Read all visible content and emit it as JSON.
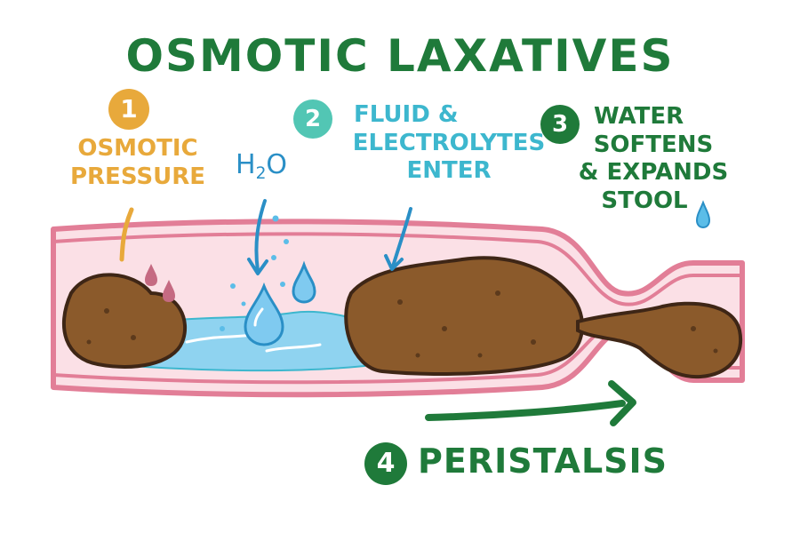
{
  "title": "OSMOTIC LAXATIVES",
  "colors": {
    "title": "#1f7a3a",
    "step1": "#e8a93b",
    "step2": "#3db7ce",
    "step2_badge": "#52c6b4",
    "step3": "#1f7a3a",
    "step4": "#1f7a3a",
    "intestine_wall": "#e27e97",
    "intestine_inner": "#fbe0e6",
    "fluid": "#8fd3f0",
    "stool": "#8b5a2b"
  },
  "steps": [
    {
      "number": "1",
      "line1": "OSMOTIC",
      "line2": "PRESSURE"
    },
    {
      "number": "2",
      "line1": "FLUID &",
      "line2": "ELECTROLYTES",
      "line3": "ENTER"
    },
    {
      "number": "3",
      "line1": "WATER",
      "line2": "SOFTENS",
      "line3": "& EXPANDS",
      "line4": "STOOL"
    },
    {
      "number": "4",
      "label": "PERISTALSIS"
    }
  ],
  "h2o": {
    "h": "H",
    "sub": "2",
    "o": "O"
  },
  "icons": [
    "water-drop-icon",
    "arrow-icon"
  ]
}
